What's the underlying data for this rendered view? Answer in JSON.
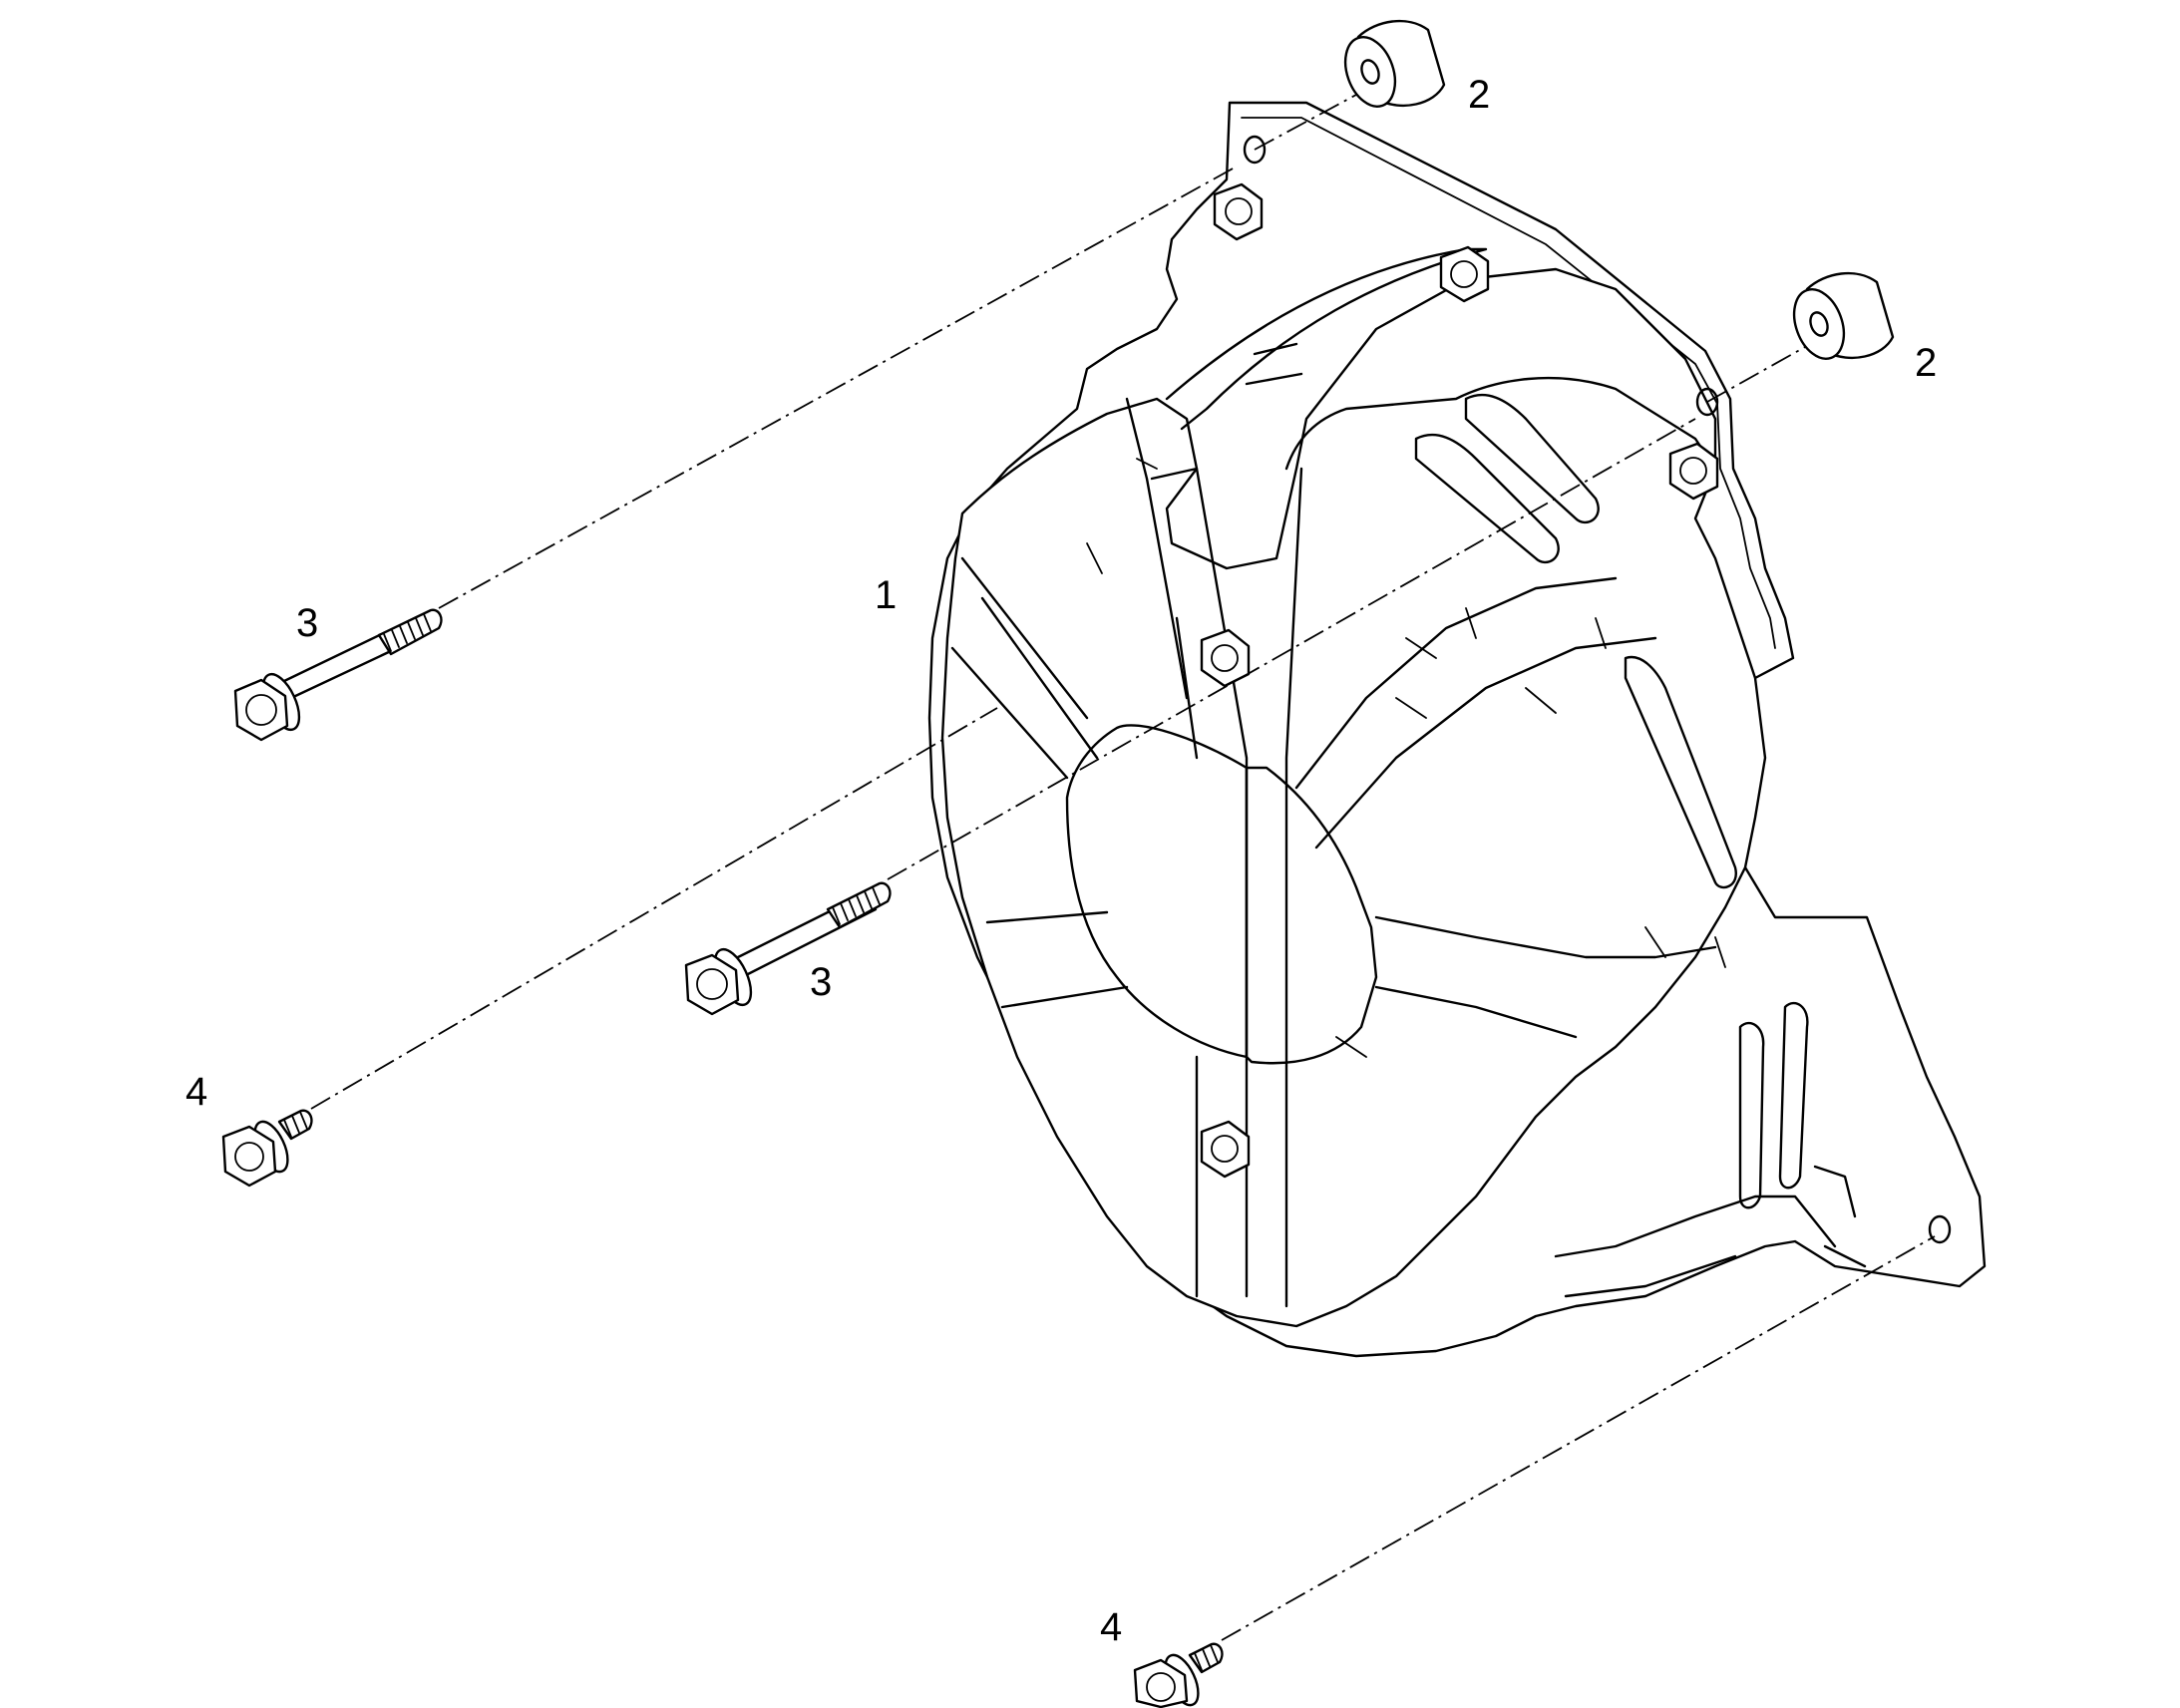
{
  "diagram": {
    "callouts": {
      "shield": "1",
      "spacer_top": "2",
      "spacer_right": "2",
      "long_bolt_upper": "3",
      "long_bolt_lower": "3",
      "short_bolt_left": "4",
      "short_bolt_bottom": "4"
    }
  }
}
